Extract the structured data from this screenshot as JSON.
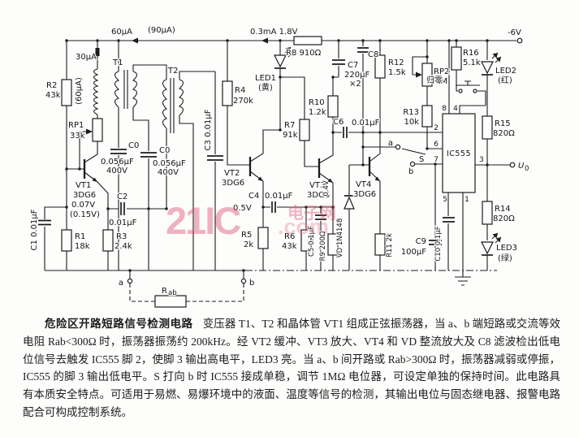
{
  "sch": {
    "t1": "T1",
    "t2": "T2",
    "i60": "60μA",
    "i90": "(90μA)",
    "i30": "30μA",
    "i60r": "(60μA)",
    "i03": "0.3mA 1.8V",
    "v05": "0.5V",
    "v04": "0.4V",
    "vcc": "-6V",
    "r1": {
      "n": "R1",
      "v": "18k"
    },
    "r2": {
      "n": "R2",
      "v": "43k"
    },
    "r3": {
      "n": "R3",
      "v": "2.4k"
    },
    "r4": {
      "n": "R4",
      "v": "270k"
    },
    "r5": {
      "n": "R5",
      "v": "2k"
    },
    "r6": {
      "n": "R6",
      "v": "43k"
    },
    "r7": {
      "n": "R7",
      "v": "91k"
    },
    "r8": "R8 910Ω",
    "r9": "R9 200Ω",
    "r10": {
      "n": "R10",
      "v": "1.2k"
    },
    "r11": "R11 2k",
    "r12": {
      "n": "R12",
      "v": "1.5k"
    },
    "r13": {
      "n": "R13",
      "v": "10k"
    },
    "r14": {
      "n": "R14",
      "v": "820Ω"
    },
    "r15": {
      "n": "R15",
      "v": "820Ω"
    },
    "r16": {
      "n": "R16",
      "v": "5.1k"
    },
    "rp1": {
      "n": "RP1",
      "v": "33k"
    },
    "rp2": {
      "n": "RP2",
      "v": "1M"
    },
    "c0a": {
      "n": "C0",
      "v": "0.056μF",
      "w": "400V"
    },
    "c0b": {
      "n": "C0",
      "v": "0.056μF",
      "w": "400V"
    },
    "c1": "C1 0.01μF",
    "c2": {
      "n": "C2",
      "v": "0.01μF"
    },
    "c3": "C3 0.01μF",
    "c4": {
      "n": "C4",
      "v": "0.01μF"
    },
    "c5": "C5 0.1μF",
    "c6": {
      "n": "C6",
      "v": "0.01μF"
    },
    "c7": {
      "n": "C7",
      "v": "220μF",
      "x": "×2"
    },
    "c8": "C8",
    "c9": {
      "n": "C9",
      "v": "100μF"
    },
    "c10": "C10 0.1μF",
    "vt1": {
      "n": "VT1",
      "t": "3DG6",
      "a": "0.07V",
      "b": "(0.15V)"
    },
    "vt2": {
      "n": "VT2",
      "t": "3DG6"
    },
    "vt3": {
      "n": "VT3",
      "t": "3DG6"
    },
    "vt4": {
      "n": "VT4",
      "t": "3DG6"
    },
    "vd": "VD 1N4148",
    "led1": {
      "n": "LED1",
      "c": "(黄)"
    },
    "led2": {
      "n": "LED2",
      "c": "(红)"
    },
    "led3": {
      "n": "LED3",
      "c": "(绿)"
    },
    "ic": "IC555",
    "p1": "1",
    "p2": "2",
    "p3": "3",
    "p4": "4",
    "p5": "5",
    "p6": "6",
    "p7": "7",
    "p8": "8",
    "s": "S",
    "sa": "a",
    "sb": "b",
    "ta": "a",
    "tb": "b",
    "rab_r": "R",
    "rab_sub": "ab",
    "reset": "归零",
    "uo": "U",
    "uo_sub": "0"
  },
  "watermark": {
    "big": "21IC",
    "cn": "电子网",
    "com": ".com"
  },
  "desc": {
    "title": "危险区开路短路信号检测电路",
    "body": "变压器 T1、T2 和晶体管 VT1 组成正弦振荡器，当 a、b 端短路或交流等效电阻 Rab<300Ω 时，振荡器振荡约 200kHz。经 VT2 缓冲、VT3 放大、VT4 和 VD 整流放大及 C8 滤波检出低电位信号去触发 IC555 脚 2，使脚 3 输出高电平，LED3 亮。当 a、b 间开路或 Rab>300Ω 时，振荡器减弱或停振，IC555 的脚 3 输出低电平。S 打向 b 时 IC555 接成单稳，调节 1MΩ 电位器，可设定单独的保持时间。此电路具有本质安全特点。可适用于易燃、易爆环境中的液面、温度等信号的检测，其输出电位与固态继电器、报警电路配合可构成控制系统。"
  }
}
